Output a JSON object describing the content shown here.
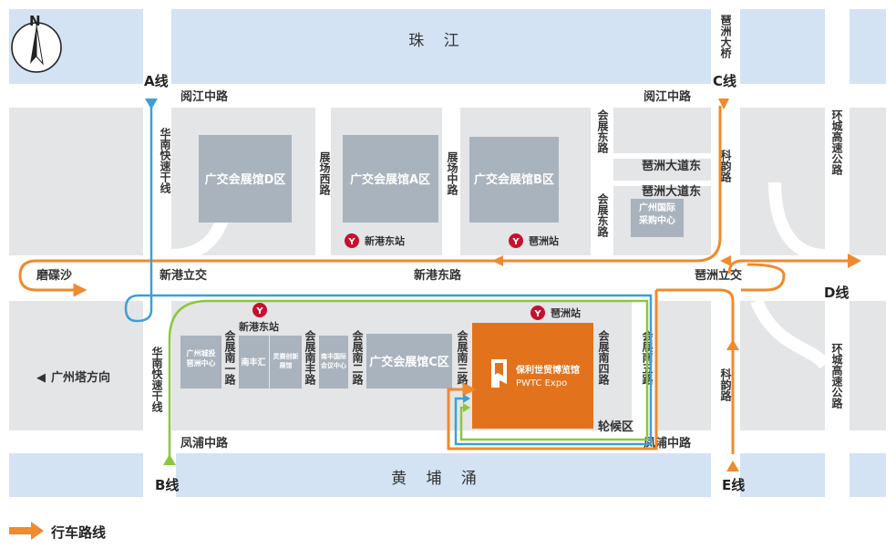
{
  "compass": {
    "label": "N",
    "icon": "north-arrow-icon"
  },
  "water": {
    "north": "珠 江",
    "south": "黄 埔 涌"
  },
  "roads": {
    "minjiang_left": "阅江中路",
    "minjiang_right": "阅江中路",
    "xingang_east": "新港东路",
    "xingang_interchange": "新港立交",
    "pazhou_interchange": "琶洲立交",
    "fengpu_left": "凤浦中路",
    "fengpu_right": "凤浦中路",
    "mocaisha": "磨碟沙",
    "guangzhou_tower": "广州塔方向",
    "huanan_north": "华南快速干线",
    "huanan_south": "华南快速干线",
    "zhanchang_west": "展场西路",
    "zhanchang_middle": "展场中路",
    "huizhan_east_a": "会展东路",
    "huizhan_east_b": "会展东路",
    "keyun_north": "科韵路",
    "keyun_south": "科韵路",
    "huancheng_north": "环城高速公路",
    "huancheng_south": "环城高速公路",
    "pazhou_bridge": "琶洲大桥",
    "pazhou_avenue_1": "琶洲大道东",
    "pazhou_avenue_2": "琶洲大道东",
    "huizhan_south_1": "会展南一路",
    "huizhan_south_2": "会展南二路",
    "huizhan_south_3": "会展南三路",
    "huizhan_south_4": "会展南四路",
    "huizhan_south_5": "会展南五路",
    "nanfeng_road": "会展南丰路"
  },
  "buildings": {
    "hall_d": "广交会展馆D区",
    "hall_a": "广交会展馆A区",
    "hall_b": "广交会展馆B区",
    "hall_c": "广交会展馆C区",
    "purchase_center": "广州国际采购中心",
    "pazhou_center": "广州城投琶洲中心",
    "nanfenghui": "南丰汇",
    "lingsai": "灵赛创新展馆",
    "nanfeng_conf": "南丰国际会议中心",
    "pwtc_cn": "保利世贸博览馆",
    "pwtc_en": "PWTC Expo",
    "lunhou": "轮候区"
  },
  "stations": {
    "xingang_east_n": "新港东站",
    "pazhou_n": "琶洲站",
    "xingang_east_s": "新港东站",
    "pazhou_s": "琶洲站"
  },
  "routes": {
    "a": "A线",
    "b": "B线",
    "c": "C线",
    "d": "D线",
    "e": "E线"
  },
  "colors": {
    "water": "#d3e3f3",
    "block": "#e4e5e7",
    "hall": "#a8b3bd",
    "pwtc": "#e2731c",
    "route_orange": "#ef8a2e",
    "route_blue": "#3aa0d8",
    "route_green": "#8cc63f",
    "metro": "#c8102e"
  },
  "legend": {
    "label": "行车路线",
    "icon": "route-arrow-icon"
  }
}
